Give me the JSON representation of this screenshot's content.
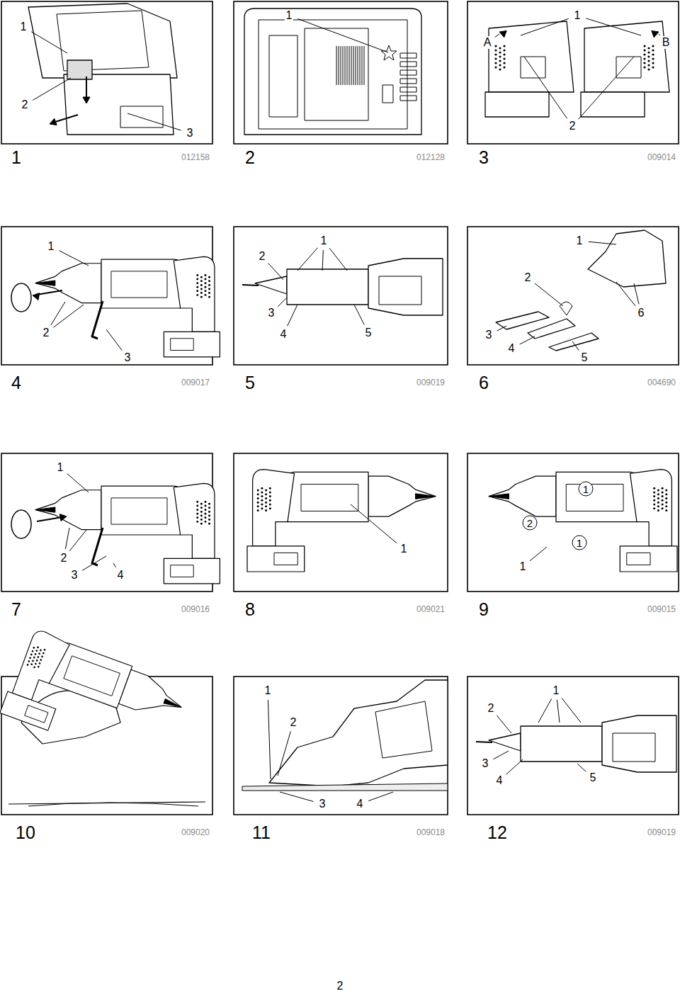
{
  "diagram": {
    "labels": [
      "1",
      "2",
      "3",
      "1",
      "012158",
      "1",
      "2",
      "012128",
      "A",
      "1",
      "B",
      "2",
      "3",
      "009014",
      "1",
      "2",
      "3",
      "4",
      "009017",
      "2",
      "1",
      "3",
      "4",
      "5",
      "5",
      "009019",
      "1",
      "2",
      "6",
      "3",
      "4",
      "5",
      "6",
      "004690",
      "1",
      "2",
      "3",
      "4",
      "7",
      "009016",
      "1",
      "8",
      "009021",
      "1",
      "2",
      "1",
      "1",
      "9",
      "009015",
      "10",
      "009020",
      "1",
      "2",
      "3",
      "4",
      "11",
      "009018",
      "1",
      "2",
      "3",
      "4",
      "5",
      "12",
      "009019",
      "2"
    ]
  }
}
